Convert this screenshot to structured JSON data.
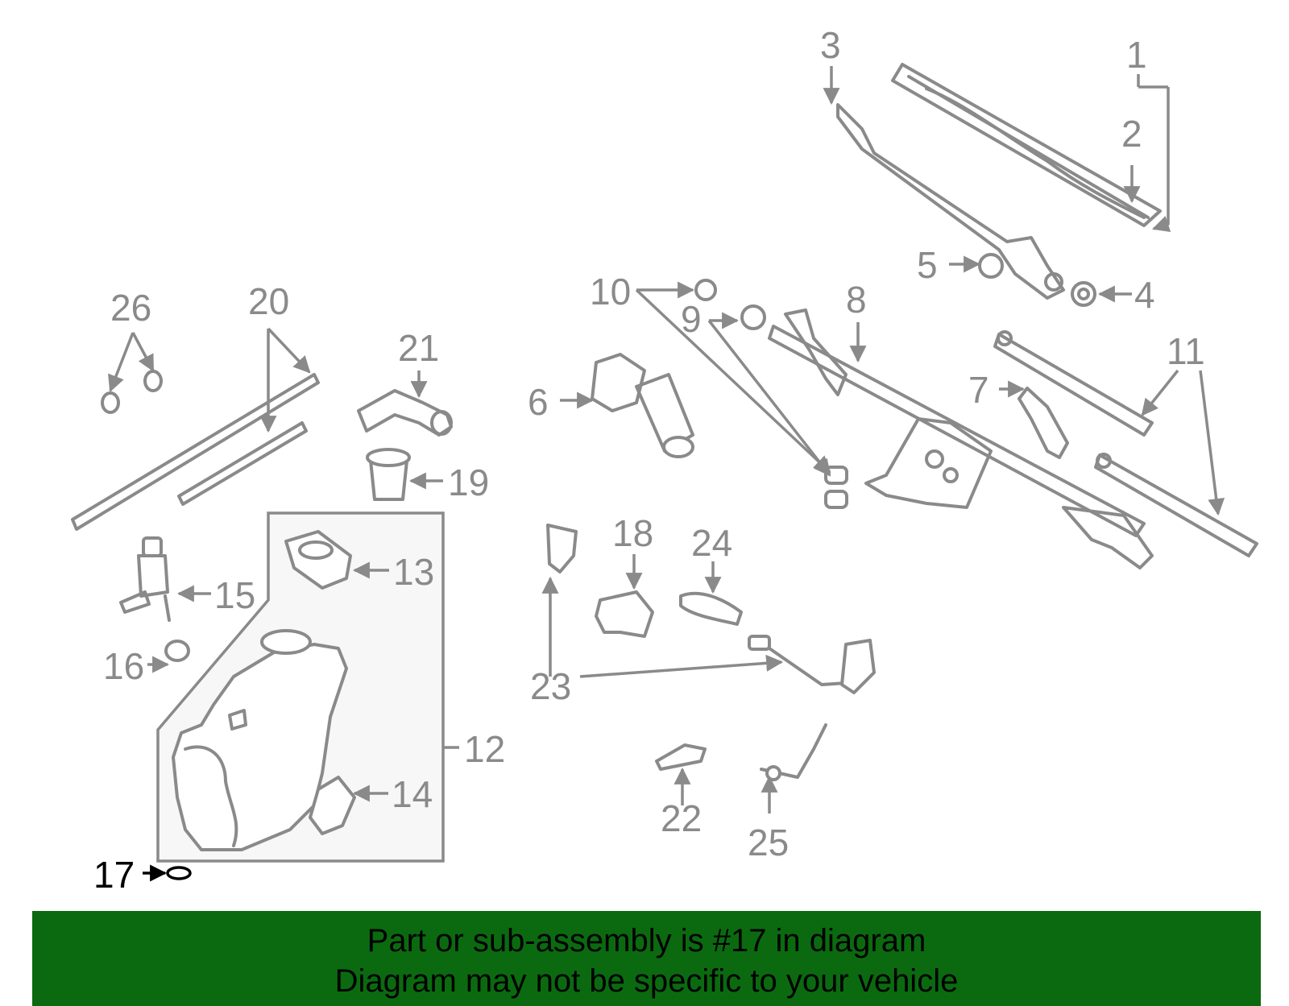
{
  "diagram": {
    "highlighted_part": "17",
    "accent_color": "#0b6a10",
    "callouts": [
      "1",
      "2",
      "3",
      "4",
      "5",
      "6",
      "7",
      "8",
      "9",
      "10",
      "11",
      "12",
      "13",
      "14",
      "15",
      "16",
      "17",
      "18",
      "19",
      "20",
      "21",
      "22",
      "23",
      "24",
      "25",
      "26"
    ]
  },
  "banner": {
    "line1": "Part or sub-assembly is #17 in diagram",
    "line2": "Diagram may not be specific to your vehicle"
  }
}
